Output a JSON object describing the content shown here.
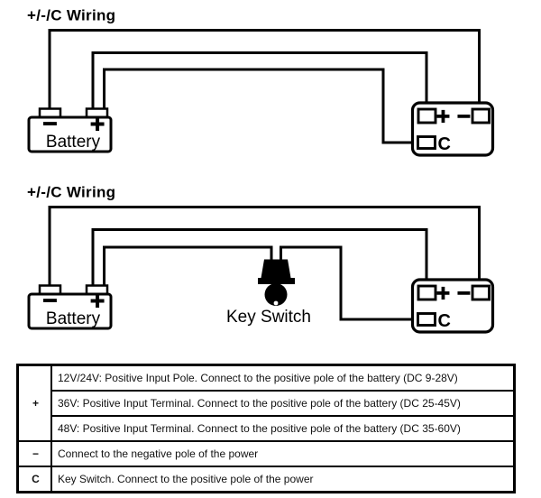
{
  "colors": {
    "ink": "#000000",
    "background": "#ffffff"
  },
  "diagram_top": {
    "title": "+/-/C Wiring",
    "battery": {
      "label": "Battery",
      "minus": "−",
      "plus": "+"
    },
    "controller": {
      "plus": "+",
      "minus": "−",
      "c": "C"
    }
  },
  "diagram_bottom": {
    "title": "+/-/C Wiring",
    "battery": {
      "label": "Battery",
      "minus": "−",
      "plus": "+"
    },
    "key_switch_label": "Key Switch",
    "controller": {
      "plus": "+",
      "minus": "−",
      "c": "C"
    }
  },
  "table": {
    "rows": [
      {
        "terminal": "+",
        "lines": [
          "12V/24V: Positive Input Pole. Connect to the positive pole of the battery (DC 9-28V)",
          "36V: Positive Input Terminal. Connect to the positive pole of the battery (DC 25-45V)",
          "48V: Positive Input Terminal. Connect to the positive pole of the battery (DC 35-60V)"
        ]
      },
      {
        "terminal": "−",
        "lines": [
          "Connect to the negative pole of the power"
        ]
      },
      {
        "terminal": "C",
        "lines": [
          "Key Switch. Connect to the positive pole of the power"
        ]
      }
    ]
  }
}
